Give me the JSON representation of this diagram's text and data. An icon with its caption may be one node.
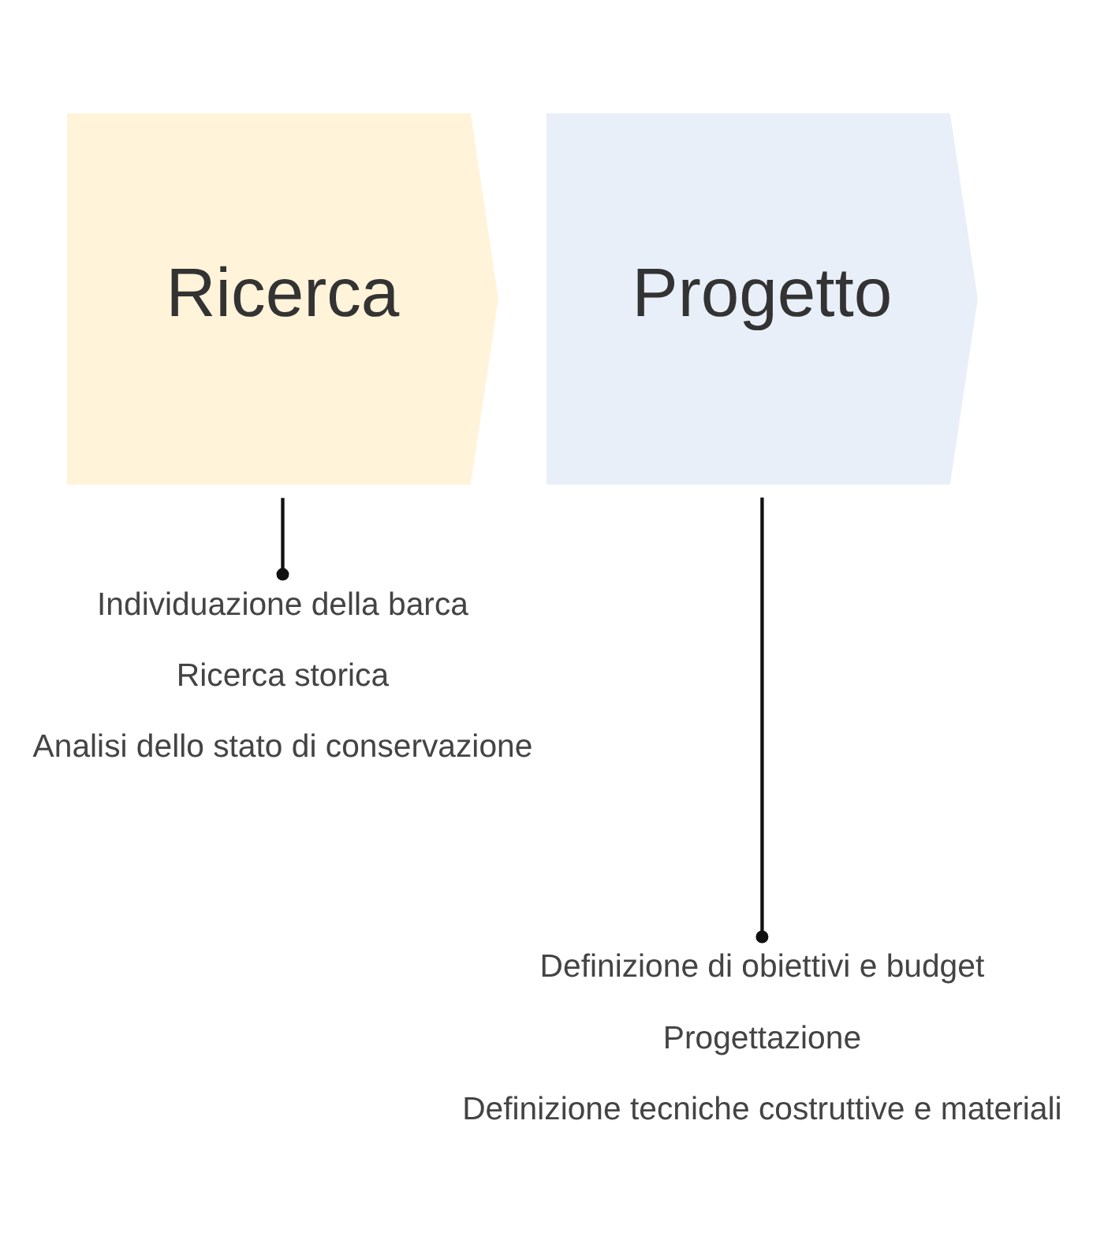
{
  "diagram": {
    "nodes": [
      {
        "text": [
          "Ricerca"
        ]
      },
      {
        "text": [
          "Progetto"
        ]
      },
      {
        "text": [
          "Individuazione della barca",
          "Ricerca storica",
          "Analisi dello stato di conservazione"
        ]
      },
      {
        "text": [
          "Definizione di obiettivi e budget",
          "Progettazione",
          "Definizione tecniche costruttive e materiali"
        ]
      }
    ],
    "edges": [
      {
        "from": 0,
        "to": 2,
        "arrow": "other"
      },
      {
        "from": 1,
        "to": 3,
        "arrow": "other"
      }
    ]
  }
}
